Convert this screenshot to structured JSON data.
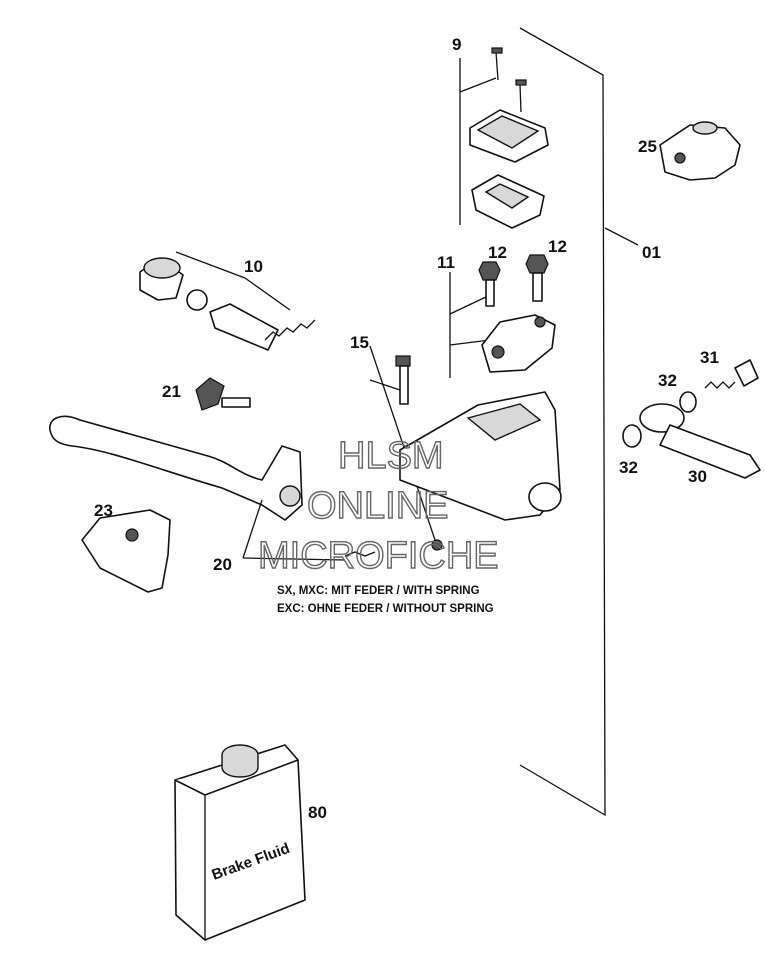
{
  "callouts": {
    "c9": "9",
    "c25": "25",
    "c01": "01",
    "c10": "10",
    "c11": "11",
    "c12a": "12",
    "c12b": "12",
    "c15": "15",
    "c21": "21",
    "c31": "31",
    "c32a": "32",
    "c32b": "32",
    "c30": "30",
    "c23": "23",
    "c20": "20",
    "c80": "80"
  },
  "notes": {
    "spring": "SX, MXC: MIT FEDER / WITH SPRING",
    "no_spring": "EXC: OHNE FEDER / WITHOUT SPRING"
  },
  "bottle_label": "Brake Fluid",
  "watermark": {
    "line1": "HLSM",
    "line2": "ONLINE",
    "line3": "MICROFICHE"
  }
}
